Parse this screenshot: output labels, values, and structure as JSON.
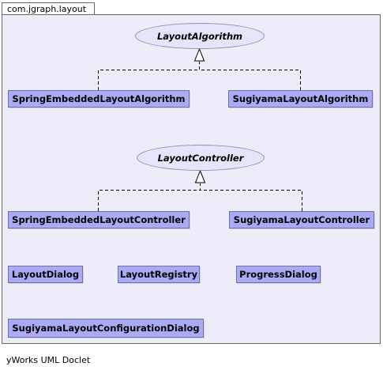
{
  "package": {
    "name": "com.jgraph.layout"
  },
  "interfaces": {
    "layout_algorithm": "LayoutAlgorithm",
    "layout_controller": "LayoutController"
  },
  "classes": {
    "spring_embedded_layout_algorithm": "SpringEmbeddedLayoutAlgorithm",
    "sugiyama_layout_algorithm": "SugiyamaLayoutAlgorithm",
    "spring_embedded_layout_controller": "SpringEmbeddedLayoutController",
    "sugiyama_layout_controller": "SugiyamaLayoutController",
    "layout_dialog": "LayoutDialog",
    "layout_registry": "LayoutRegistry",
    "progress_dialog": "ProgressDialog",
    "sugiyama_layout_configuration_dialog": "SugiyamaLayoutConfigurationDialog"
  },
  "relations": [
    {
      "from": "SpringEmbeddedLayoutAlgorithm",
      "to": "LayoutAlgorithm",
      "type": "realization"
    },
    {
      "from": "SugiyamaLayoutAlgorithm",
      "to": "LayoutAlgorithm",
      "type": "realization"
    },
    {
      "from": "SpringEmbeddedLayoutController",
      "to": "LayoutController",
      "type": "realization"
    },
    {
      "from": "SugiyamaLayoutController",
      "to": "LayoutController",
      "type": "realization"
    }
  ],
  "colors": {
    "class_fill": "#aaaaf5",
    "interface_fill": "#e4e4fa",
    "package_fill": "#ededf9"
  },
  "footer": {
    "text": "yWorks UML Doclet"
  }
}
